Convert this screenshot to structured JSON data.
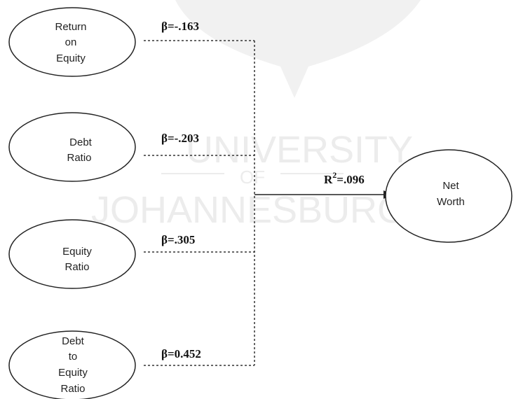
{
  "watermark": {
    "line1": "UNIVERSITY",
    "line2": "OF",
    "line3": "JOHANNESBURG"
  },
  "predictors": [
    {
      "lines": [
        "Return",
        "on",
        "Equity"
      ],
      "beta": "β=-.163"
    },
    {
      "lines": [
        "Debt",
        "Ratio"
      ],
      "beta": "β=-.203"
    },
    {
      "lines": [
        "Equity",
        "Ratio"
      ],
      "beta": "β=.305"
    },
    {
      "lines": [
        "Debt",
        "to",
        "Equity",
        "Ratio"
      ],
      "beta": "β=0.452"
    }
  ],
  "outcome": {
    "lines": [
      "Net",
      "Worth"
    ]
  },
  "model": {
    "r_label": "R",
    "r_exp": "2",
    "r_value": "=.096"
  }
}
